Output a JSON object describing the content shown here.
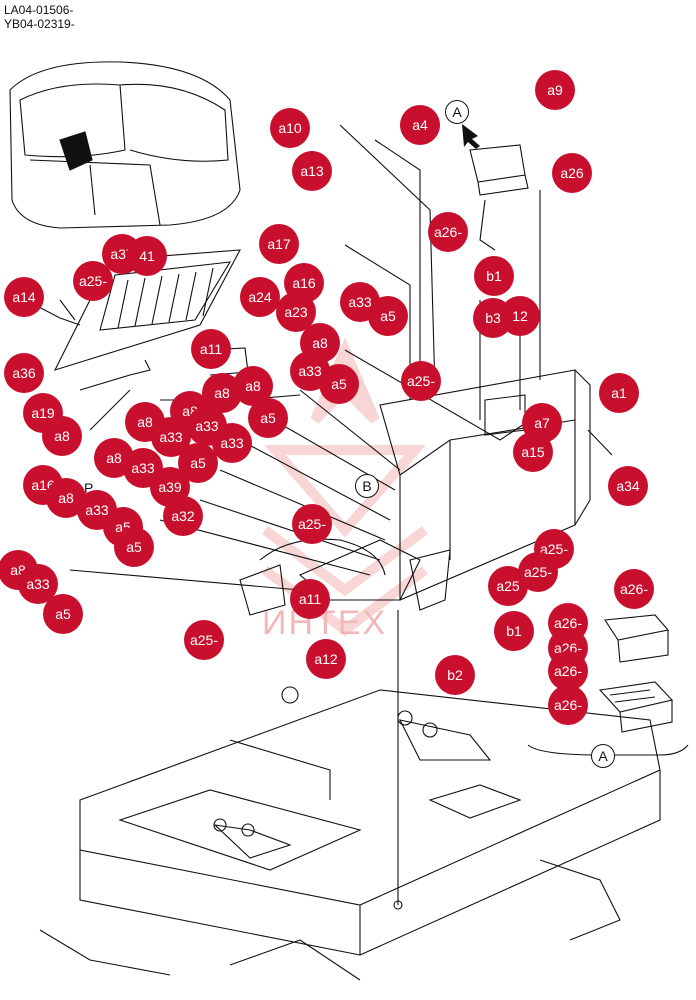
{
  "serials": [
    "LA04-01506-",
    "YB04-02319-"
  ],
  "colors": {
    "badge": "#c8102e",
    "line": "#111111",
    "watermark": "#e84a4a"
  },
  "callouts": {
    "view_a_top": "A",
    "view_a_bottom": "A",
    "view_b": "B",
    "letter_p": "P"
  },
  "watermark_text": "ИНТЕХ",
  "labels": [
    "a9",
    "a10",
    "a4",
    "a26",
    "a13",
    "a26-",
    "a17",
    "a37",
    "41",
    "a25-",
    "a14",
    "a16",
    "b1",
    "a24",
    "a33",
    "a5",
    "b3",
    "12",
    "a23",
    "a8",
    "a11",
    "a36",
    "a33",
    "a25-",
    "a1",
    "a5",
    "a8",
    "a8",
    "a19",
    "a8",
    "a8",
    "a33",
    "a5",
    "a7",
    "a15",
    "a8",
    "a33",
    "a33",
    "a8",
    "a33",
    "a5",
    "a34",
    "a16",
    "a8",
    "a39",
    "a32",
    "a33",
    "a5",
    "a5",
    "a25-",
    "a25-",
    "a25",
    "a25-",
    "a26-",
    "a11",
    "a8",
    "a33",
    "b1",
    "a5",
    "a25-",
    "a26-",
    "a12",
    "a26-",
    "a26-",
    "b2",
    "a26-"
  ]
}
